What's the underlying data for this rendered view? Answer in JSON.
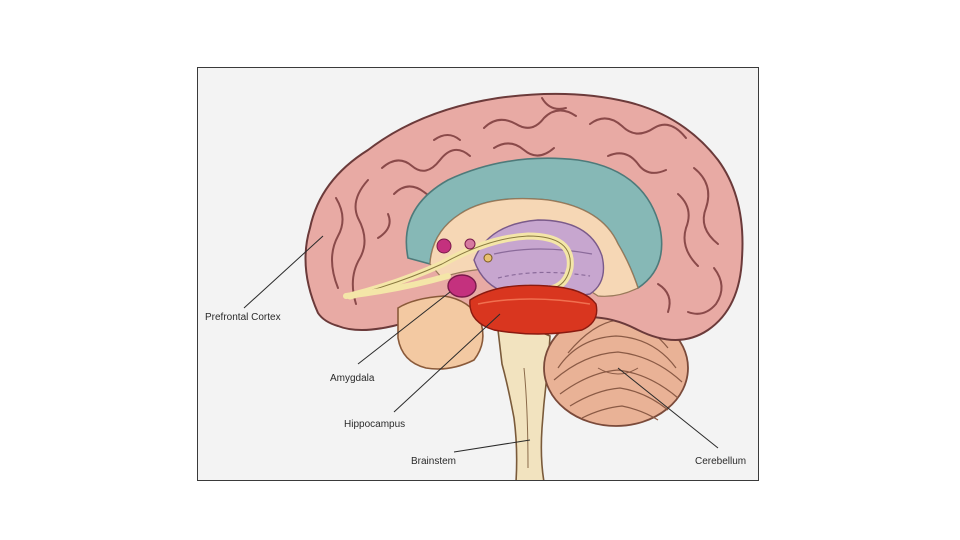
{
  "labels": {
    "prefrontal_cortex": "Prefrontal Cortex",
    "amygdala": "Amygdala",
    "hippocampus": "Hippocampus",
    "brainstem": "Brainstem",
    "cerebellum": "Cerebellum"
  },
  "colors": {
    "cortex": "#e8aaa4",
    "corpus_callosum": "#86b8b6",
    "thalamus": "#c7a6cf",
    "amygdala": "#c4317e",
    "hippocampus": "#d9361f",
    "brainstem": "#f2e3bf",
    "cerebellum": "#e9b296",
    "fornix": "#f4e6a8"
  }
}
